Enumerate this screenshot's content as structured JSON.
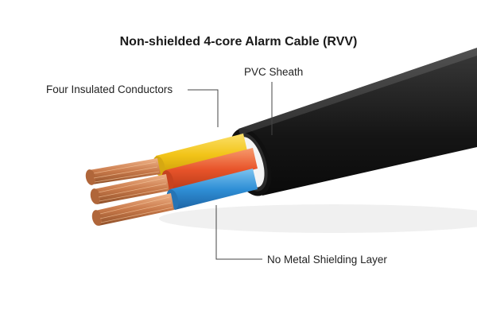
{
  "title": "Non-shielded 4-core Alarm Cable (RVV)",
  "labels": {
    "conductors": "Four Insulated Conductors",
    "sheath": "PVC Sheath",
    "shielding": "No Metal Shielding Layer"
  },
  "colors": {
    "sheath": "#1b1b1b",
    "yellow_core": "#f2c418",
    "red_core": "#e8542a",
    "blue_core": "#2f8fd6",
    "copper": "#c8794a"
  }
}
